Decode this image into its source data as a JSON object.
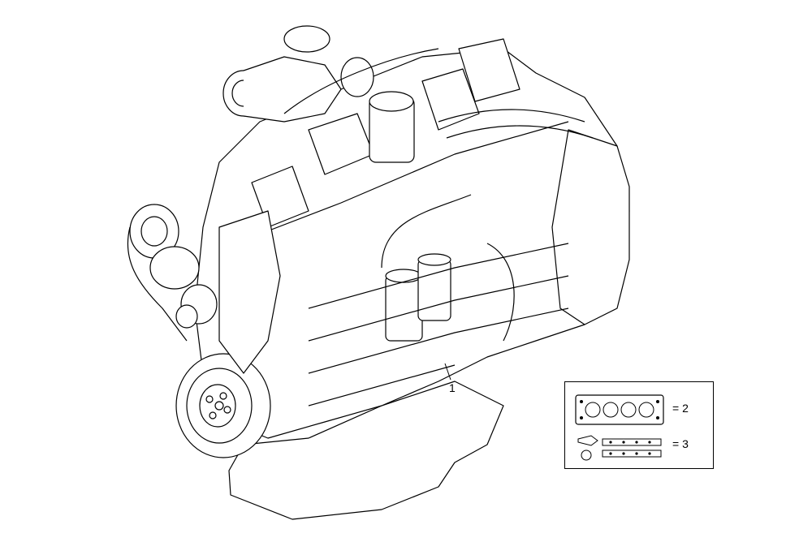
{
  "diagram": {
    "part_callout": "1",
    "kits": [
      {
        "label": "= 2"
      },
      {
        "label": "= 3"
      }
    ]
  },
  "colors": {
    "line": "#000000",
    "background": "#ffffff"
  }
}
